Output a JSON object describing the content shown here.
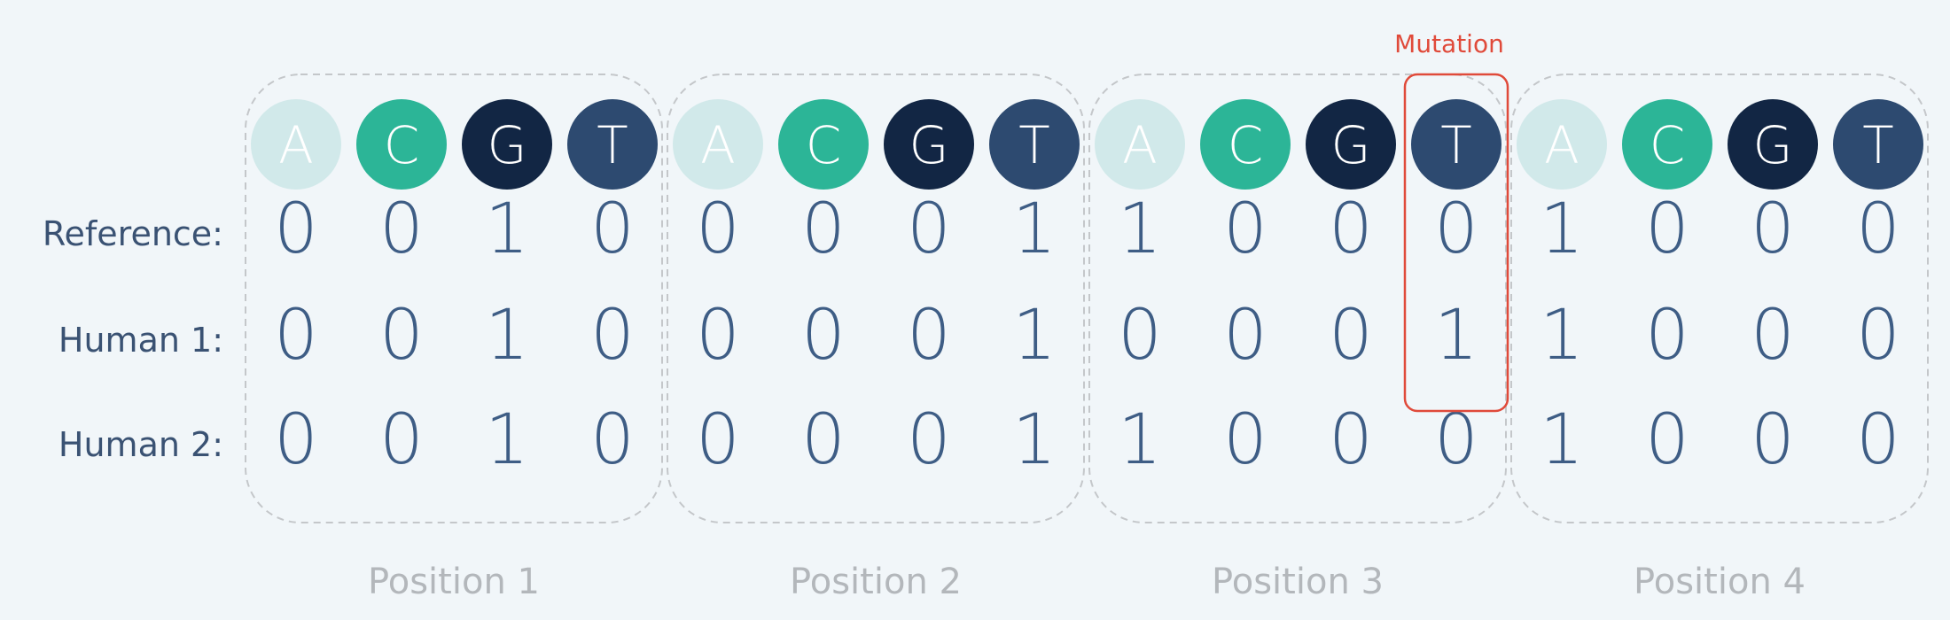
{
  "nucleotides": [
    {
      "letter": "A",
      "color": "#d1e9ea"
    },
    {
      "letter": "C",
      "color": "#2cb597"
    },
    {
      "letter": "G",
      "color": "#122644"
    },
    {
      "letter": "T",
      "color": "#2d4a70"
    }
  ],
  "rows": [
    {
      "label": "Reference:",
      "bits": [
        [
          0,
          0,
          1,
          0
        ],
        [
          0,
          0,
          0,
          1
        ],
        [
          1,
          0,
          0,
          0
        ],
        [
          1,
          0,
          0,
          0
        ]
      ]
    },
    {
      "label": "Human 1:",
      "bits": [
        [
          0,
          0,
          1,
          0
        ],
        [
          0,
          0,
          0,
          1
        ],
        [
          0,
          0,
          0,
          1
        ],
        [
          1,
          0,
          0,
          0
        ]
      ]
    },
    {
      "label": "Human 2:",
      "bits": [
        [
          0,
          0,
          1,
          0
        ],
        [
          0,
          0,
          0,
          1
        ],
        [
          1,
          0,
          0,
          0
        ],
        [
          1,
          0,
          0,
          0
        ]
      ]
    }
  ],
  "positions": [
    "Position 1",
    "Position 2",
    "Position 3",
    "Position 4"
  ],
  "mutation": {
    "label": "Mutation",
    "position_index": 2,
    "nucleotide_index": 3,
    "color": "#e04a3a"
  },
  "colors": {
    "background": "#f1f6f9",
    "bit_text": "#3e5d85",
    "row_label": "#3a5273",
    "position_label": "#b3b7bb",
    "group_border": "#c4c7ca"
  }
}
